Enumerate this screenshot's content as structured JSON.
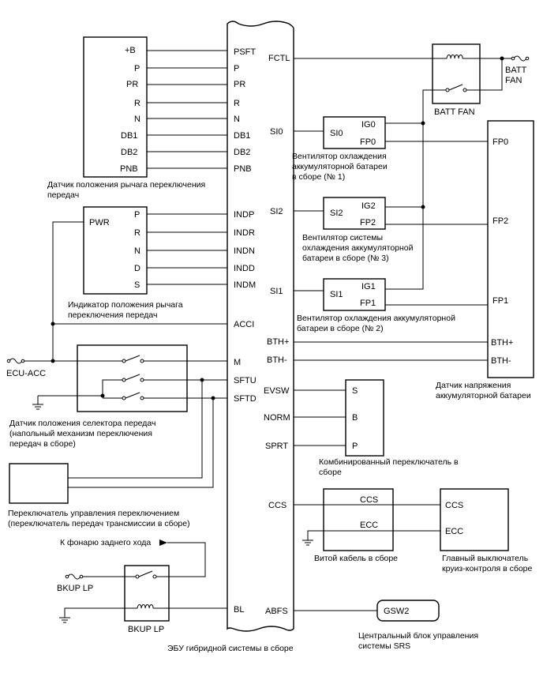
{
  "ecu": {
    "caption": "ЭБУ гибридной системы в сборе",
    "left_pins": [
      "PSFT",
      "P",
      "PR",
      "R",
      "N",
      "DB1",
      "DB2",
      "PNB",
      "INDP",
      "INDR",
      "INDN",
      "INDD",
      "INDM",
      "ACCI",
      "M",
      "SFTU",
      "SFTD",
      "BL"
    ],
    "right_pins": [
      "FCTL",
      "SI0",
      "SI2",
      "SI1",
      "BTH+",
      "BTH-",
      "EVSW",
      "NORM",
      "SPRT",
      "CCS",
      "ABFS"
    ]
  },
  "lever_sensor": {
    "pins": [
      "+B",
      "P",
      "PR",
      "R",
      "N",
      "DB1",
      "DB2",
      "PNB"
    ],
    "caption": [
      "Датчик положения рычага переключения",
      "передач"
    ]
  },
  "indicator": {
    "pwr": "PWR",
    "pins": [
      "P",
      "R",
      "N",
      "D",
      "S"
    ],
    "caption": [
      "Индикатор положения рычага",
      "переключения передач"
    ]
  },
  "ecu_acc": "ECU-ACC",
  "selector": {
    "caption": [
      "Датчик положения селектора передач",
      "(напольный механизм переключения",
      "передач в сборе)"
    ]
  },
  "shift_switch": {
    "caption": [
      "Переключатель управления переключением",
      "(переключатель передач трансмиссии в сборе)"
    ]
  },
  "reverse": {
    "to_lamp": "К фонарю заднего хода",
    "bkup_lp_label": "BKUP LP",
    "relay_label": "BKUP LP"
  },
  "batt_fan": {
    "fuse_label_1": "BATT",
    "fuse_label_2": "FAN",
    "relay_label": "BATT FAN"
  },
  "fan1": {
    "left": "SI0",
    "top": "IG0",
    "bottom": "FP0",
    "caption": [
      "Вентилятор охлаждения",
      "аккумуляторной батареи",
      "в сборе (№ 1)"
    ]
  },
  "fan3": {
    "left": "SI2",
    "top": "IG2",
    "bottom": "FP2",
    "caption": [
      "Вентилятор системы",
      "охлаждения аккумуляторной",
      "батареи в сборе (№ 3)"
    ]
  },
  "fan2": {
    "left": "SI1",
    "top": "IG1",
    "bottom": "FP1",
    "caption": [
      "Вентилятор охлаждения аккумуляторной",
      "батареи в сборе (№ 2)"
    ]
  },
  "voltage_sensor": {
    "pins": [
      "FP0",
      "FP2",
      "FP1",
      "BTH+",
      "BTH-"
    ],
    "caption": [
      "Датчик напряжения",
      "аккумуляторной батареи"
    ]
  },
  "combo_switch": {
    "pins": [
      "S",
      "B",
      "P"
    ],
    "caption": [
      "Комбинированный переключатель в",
      "сборе"
    ]
  },
  "spiral": {
    "pins": [
      "CCS",
      "ECC"
    ],
    "caption": "Витой кабель в сборе"
  },
  "cruise": {
    "pins": [
      "CCS",
      "ECC"
    ],
    "caption": [
      "Главный выключатель",
      "круиз-контроля в сборе"
    ]
  },
  "srs": {
    "label": "GSW2",
    "caption": [
      "Центральный блок управления",
      "системы SRS"
    ]
  }
}
